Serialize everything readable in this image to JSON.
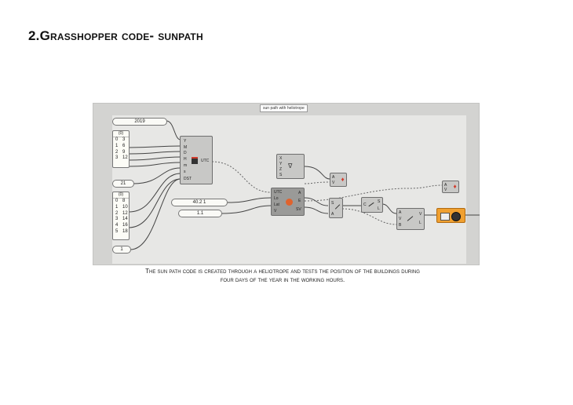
{
  "title": "2.Grasshopper code- sunpath",
  "canvas": {
    "group_label": "sun path with heliotrope",
    "year_value": "2019",
    "month_panel": {
      "header": "{0}",
      "rows": [
        [
          "0",
          "3"
        ],
        [
          "1",
          "6"
        ],
        [
          "2",
          "9"
        ],
        [
          "3",
          "12"
        ]
      ]
    },
    "day_value": "21",
    "hour_panel": {
      "header": "{0}",
      "rows": [
        [
          "0",
          "8"
        ],
        [
          "1",
          "10"
        ],
        [
          "2",
          "12"
        ],
        [
          "3",
          "14"
        ],
        [
          "4",
          "16"
        ],
        [
          "5",
          "18"
        ]
      ]
    },
    "minute_value": "1",
    "location_value": "40.2 1",
    "scale_value": "1.1",
    "heliotrope_inputs": [
      "Y",
      "M",
      "D",
      "H",
      "m",
      "s",
      "DST"
    ],
    "heliotrope_output": "UTC",
    "deconstruct_inputs": [
      "X",
      "Y",
      "Z",
      "S"
    ],
    "sun_inputs": [
      "UTC",
      "Lo",
      "Lat",
      "V"
    ],
    "sun_outputs": [
      "A",
      "E",
      "SV"
    ],
    "small_ports": [
      "A",
      "V",
      "B",
      "L",
      "C",
      "S"
    ]
  },
  "caption": {
    "line1": "The sun path code is created through a heliotrope and tests the position of the buildings during",
    "line2": "four days of the year in the working hours."
  },
  "colors": {
    "canvas_bg": "#d3d3d1",
    "node_bg": "#c8c8c6",
    "accent_orange": "#f0a030",
    "preview_red": "#d23b2c"
  }
}
